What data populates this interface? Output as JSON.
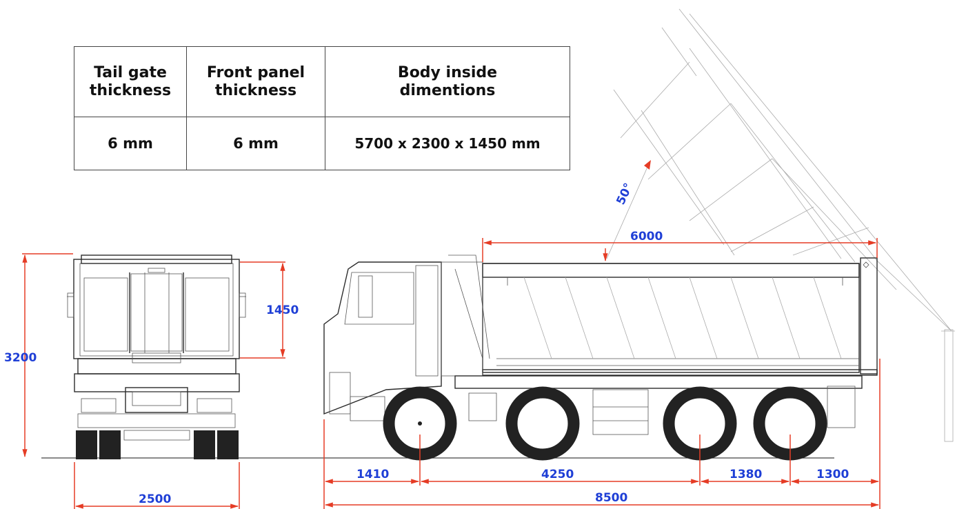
{
  "table": {
    "headers": [
      "Tail gate\nthickness",
      "Front panel\nthickness",
      "Body inside\ndimentions"
    ],
    "header_lines": [
      [
        "Tail gate",
        "thickness"
      ],
      [
        "Front panel",
        "thickness"
      ],
      [
        "Body inside",
        "dimentions"
      ]
    ],
    "values": [
      "6 mm",
      "6 mm",
      "5700 x 2300 x 1450 mm"
    ]
  },
  "dimensions": {
    "rear_height": "3200",
    "rear_width": "2500",
    "body_height": "1450",
    "body_length": "6000",
    "tip_angle": "50°",
    "front_overhang": "1410",
    "wheelbase_1": "4250",
    "axle_spacing": "1380",
    "rear_overhang": "1300",
    "overall_length": "8500"
  },
  "colors": {
    "dimension_line": "#e53c25",
    "dimension_text": "#1f3fd6",
    "linework": "#2b2b2b"
  }
}
